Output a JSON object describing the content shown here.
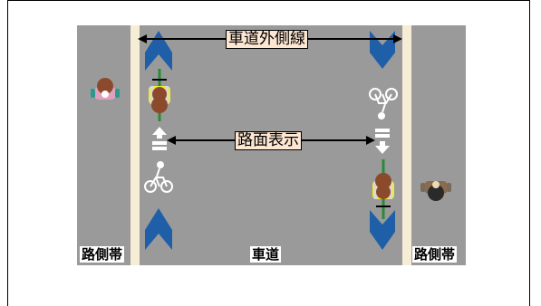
{
  "labels": {
    "outer_line": "車道外側線",
    "road_marking": "路面表示",
    "shoulder_left": "路側帯",
    "roadway": "車道",
    "shoulder_right": "路側帯"
  },
  "icons": [
    "up-arrow-chevron-icon",
    "down-arrow-chevron-icon",
    "cyclist-topview-icon",
    "pedestrian-topview-icon",
    "bicycle-pictogram-icon",
    "road-arrow-up-icon",
    "road-arrow-down-icon",
    "double-headed-arrow-icon"
  ],
  "colors": {
    "asphalt": "#9a9a9a",
    "outer_line": "#f5edd6",
    "chevron_blue": "#1f5fa8",
    "label_bg": "#fde6d2",
    "cyclist_body": "#f2ea2f",
    "cyclist_head": "#8b4a2b",
    "pedestrian_shirt": "#e0a0c0"
  }
}
